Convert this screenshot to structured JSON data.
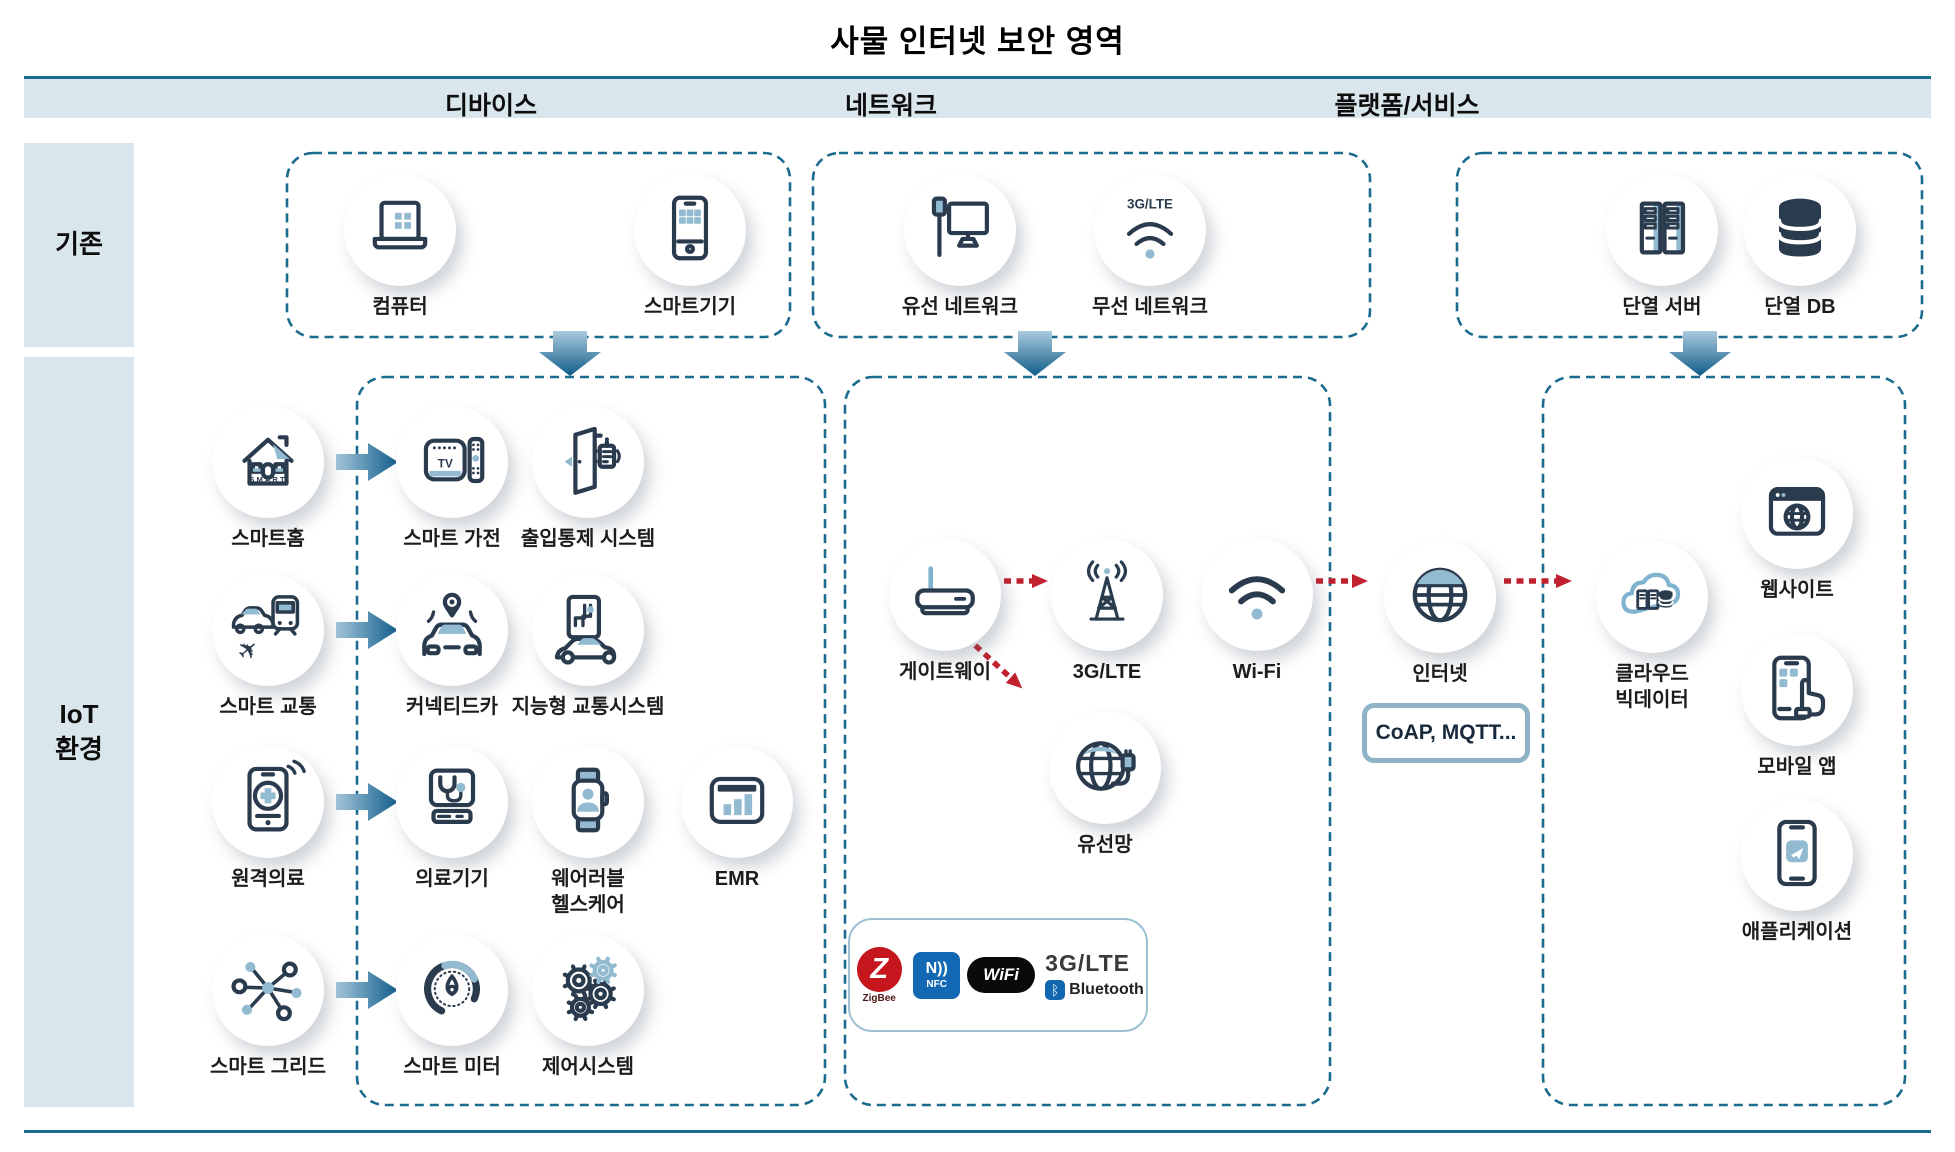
{
  "title": "사물 인터넷 보안 영역",
  "column_headers": [
    {
      "id": "device",
      "label": "디바이스"
    },
    {
      "id": "network",
      "label": "네트워크"
    },
    {
      "id": "platform",
      "label": "플랫폼/서비스"
    }
  ],
  "row_headers": [
    {
      "id": "legacy",
      "label": "기존"
    },
    {
      "id": "iot",
      "label": "IoT\n환경"
    }
  ],
  "nodes": {
    "computer": {
      "icon": "laptop-icon",
      "label": "컴퓨터"
    },
    "smart-device": {
      "icon": "smartphone-icon",
      "label": "스마트기기"
    },
    "wired-network": {
      "icon": "wired-network-icon",
      "label": "유선 네트워크"
    },
    "wireless-network": {
      "icon": "wireless-network-icon",
      "label": "무선 네트워크",
      "icon_caption": "3G/LTE"
    },
    "single-server": {
      "icon": "server-icon",
      "label": "단열 서버"
    },
    "single-db": {
      "icon": "database-icon",
      "label": "단열 DB"
    },
    "smart-home": {
      "icon": "smart-home-icon",
      "label": "스마트홈",
      "icon_caption": "SMART"
    },
    "smart-transport": {
      "icon": "transport-icon",
      "label": "스마트 교통"
    },
    "telemedicine": {
      "icon": "telemedicine-icon",
      "label": "원격의료"
    },
    "smart-grid": {
      "icon": "smart-grid-icon",
      "label": "스마트 그리드"
    },
    "smart-appliance": {
      "icon": "tv-remote-icon",
      "label": "스마트 가전",
      "icon_caption": "TV"
    },
    "access-control": {
      "icon": "door-access-icon",
      "label": "출입통제 시스템"
    },
    "connected-car": {
      "icon": "connected-car-icon",
      "label": "커넥티드카"
    },
    "intelligent-transport": {
      "icon": "traffic-sign-car-icon",
      "label": "지능형 교통시스템"
    },
    "medical-device": {
      "icon": "medical-monitor-icon",
      "label": "의료기기"
    },
    "wearable": {
      "icon": "smartwatch-icon",
      "label": "웨어러블\n헬스케어"
    },
    "emr": {
      "icon": "chart-tablet-icon",
      "label": "EMR"
    },
    "smart-meter": {
      "icon": "gauge-icon",
      "label": "스마트 미터"
    },
    "control-system": {
      "icon": "gears-icon",
      "label": "제어시스템"
    },
    "gateway": {
      "icon": "router-icon",
      "label": "게이트웨이"
    },
    "cellular": {
      "icon": "antenna-icon",
      "label": "3G/LTE"
    },
    "wifi": {
      "icon": "wifi-icon",
      "label": "Wi-Fi"
    },
    "wired-wan": {
      "icon": "globe-plug-icon",
      "label": "유선망"
    },
    "internet": {
      "icon": "globe-icon",
      "label": "인터넷"
    },
    "cloud-bigdata": {
      "icon": "cloud-server-icon",
      "label": "클라우드\n빅데이터"
    },
    "website": {
      "icon": "browser-globe-icon",
      "label": "웹사이트"
    },
    "mobile-app": {
      "icon": "mobile-touch-icon",
      "label": "모바일 앱"
    },
    "application": {
      "icon": "app-phone-icon",
      "label": "애플리케이션"
    }
  },
  "protocol_badge": {
    "coap": "CoAP, MQTT..."
  },
  "protocol_logos": {
    "zigbee_symbol": "Z",
    "zigbee": "ZigBee",
    "nfc_symbol": "N))",
    "nfc": "NFC",
    "wifi": "WiFi",
    "cellular": "3G/LTE",
    "bluetooth_symbol": "ᛒ",
    "bluetooth": "Bluetooth"
  },
  "colors": {
    "accent_teal": "#1a6b8d",
    "band_bg": "#d9e6ec",
    "icon_dark": "#2b3b4e",
    "icon_blue": "#92bad0",
    "arrow_red": "#c1202e",
    "arrow_blue_dark": "#0f5c89"
  }
}
